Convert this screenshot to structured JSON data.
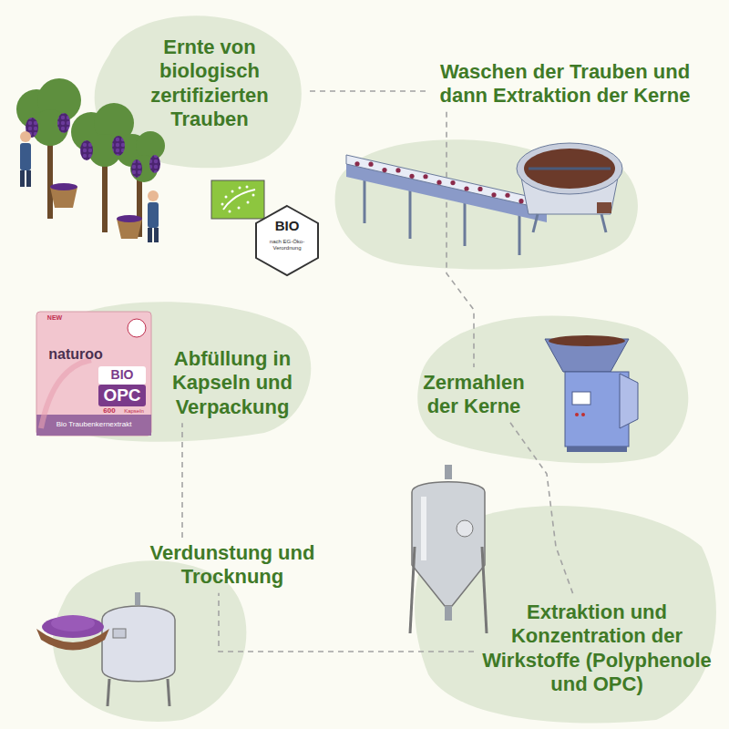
{
  "diagram": {
    "nodes": [
      {
        "text": [
          "Ernte von biologisch zertifizierten Trauben"
        ]
      },
      {
        "text": [
          "Waschen der Trauben und dann Extraktion der Kerne"
        ]
      },
      {
        "text": [
          "Zermahlen der Kerne"
        ]
      },
      {
        "text": [
          "Extraktion und Konzentration der Wirkstoffe (Polyphenole und OPC)"
        ]
      },
      {
        "text": [
          "Verdunstung und Trocknung"
        ]
      },
      {
        "text": [
          "Abfüllung in Kapseln und Verpackung"
        ]
      }
    ],
    "edges": [
      {
        "from": 0,
        "to": 1,
        "arrow": "none"
      },
      {
        "from": 1,
        "to": 2,
        "arrow": "none"
      },
      {
        "from": 2,
        "to": 3,
        "arrow": "none"
      },
      {
        "from": 3,
        "to": 4,
        "arrow": "none"
      },
      {
        "from": 4,
        "to": 5,
        "arrow": "none"
      }
    ],
    "labels": [
      "BIO",
      "nach EG-Öko-Verordnung",
      "NEW",
      "naturoo",
      "BIO",
      "OPC",
      "600",
      "Kapseln",
      "Bio Traubenkernextrakt"
    ]
  }
}
